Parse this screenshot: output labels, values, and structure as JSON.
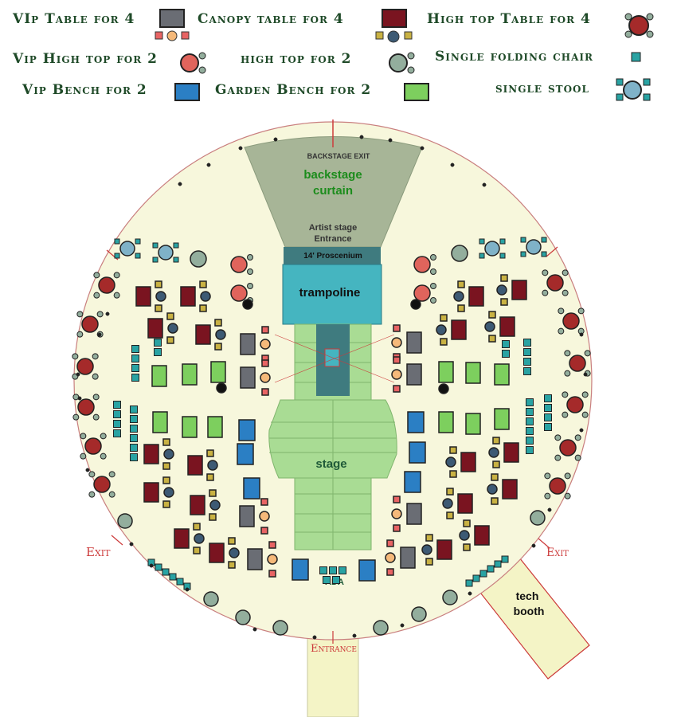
{
  "legend": {
    "vip_table_4": "VIp Table for 4",
    "canopy_table_4": "Canopy table for 4",
    "high_top_table_4": "High top Table for 4",
    "vip_high_top_2": "Vip High top for 2",
    "high_top_2": "high top for 2",
    "single_folding_chair": "Single folding chair",
    "vip_bench_2": "Vip Bench for 2",
    "garden_bench_2": "Garden Bench for 2",
    "single_stool": "single stool"
  },
  "labels": {
    "backstage_exit": "BACKSTAGE EXIT",
    "backstage_curtain_1": "backstage",
    "backstage_curtain_2": "curtain",
    "artist_stage_1": "Artist stage",
    "artist_stage_2": "Entrance",
    "proscenium": "14' Proscenium",
    "trampoline": "trampoline",
    "stage": "stage",
    "ada": "ADA",
    "exit_left": "Exit",
    "exit_right": "Exit",
    "entrance": "Entrance",
    "tech_booth_1": "tech",
    "tech_booth_2": "booth"
  },
  "colors": {
    "floor": "#f7f7dc",
    "backstage": "#a7b597",
    "stage_green": "#a9dc94",
    "trampoline": "#45b5c0",
    "runway": "#3f7b7f",
    "vip_table": "#6a6d74",
    "canopy_table": "#7a1420",
    "high_top_4": "#a52a2a",
    "vip_high_top": "#e0645c",
    "high_top_2": "#93ae9d",
    "folding_chair": "#29a3a3",
    "vip_bench": "#2b7fc4",
    "garden_bench": "#7dcf5e",
    "stool": "#7fb2c8",
    "chair_red": "#e86464",
    "chair_peach": "#f5b97a",
    "chair_mustard": "#c9b243",
    "chair_navy": "#3d5a74",
    "exit_text": "#cc3a3a",
    "legend_text": "#1f4a28"
  }
}
